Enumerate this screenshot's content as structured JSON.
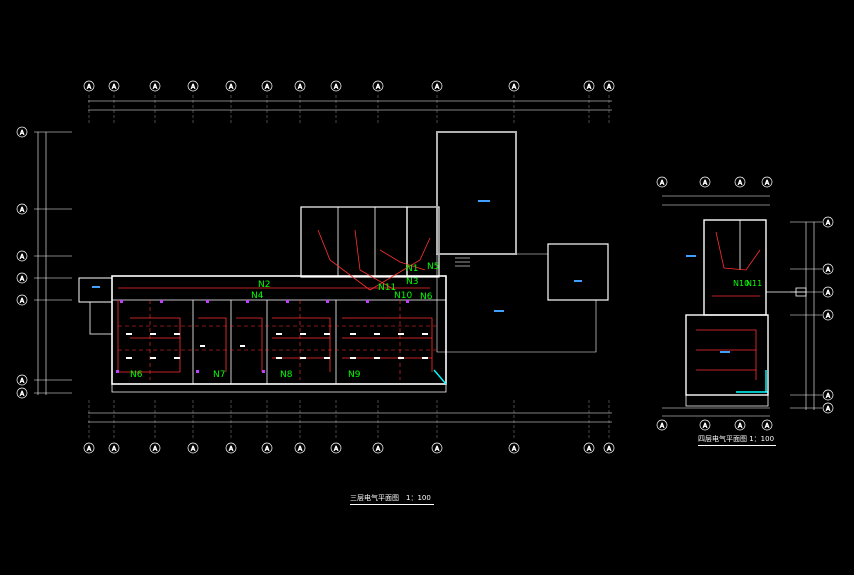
{
  "drawing": {
    "main_plan_title": "三层电气平面图　1：100",
    "side_plan_title": "四层电气平面图 1：100",
    "axis_label": "A"
  },
  "circuits": {
    "main": [
      "N1",
      "N2",
      "N3",
      "N4",
      "N5",
      "N6",
      "N6",
      "N7",
      "N8",
      "N9",
      "N10",
      "N11"
    ],
    "side": [
      "N10",
      "N11"
    ]
  },
  "colors": {
    "background": "#000000",
    "walls": "#ffffff",
    "wiring": "#ff3030",
    "circuit_label": "#00ff00",
    "fixtures": "#c040ff",
    "outlets": "#40a0ff",
    "glazing": "#00ffff",
    "roof": "#b0b0b0"
  }
}
